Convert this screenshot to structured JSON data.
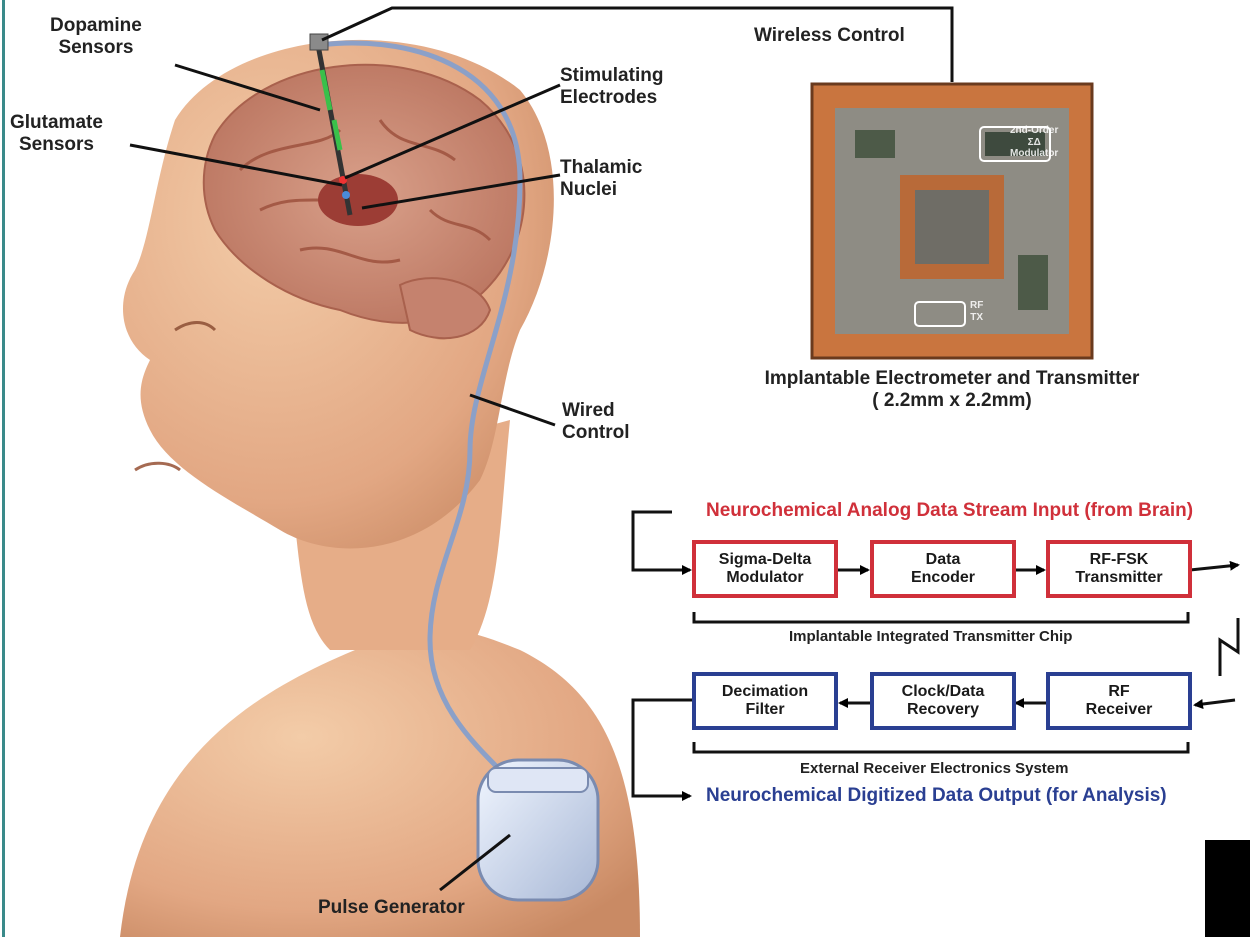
{
  "colors": {
    "accent_red": "#d0303a",
    "accent_blue": "#2a3f92",
    "text": "#222222",
    "skin": "#e9b48f",
    "brain": "#c98a74",
    "chip_pad": "#c9753f",
    "chip_bg": "#8e8c84"
  },
  "illustration": {
    "labels": {
      "dopamine": [
        "Dopamine",
        "Sensors"
      ],
      "stimulating": [
        "Stimulating",
        "Electrodes"
      ],
      "glutamate": [
        "Glutamate",
        "Sensors"
      ],
      "thalamic": [
        "Thalamic",
        "Nuclei"
      ],
      "wired": [
        "Wired",
        "Control"
      ],
      "pulse_generator": "Pulse Generator",
      "wireless": "Wireless Control"
    }
  },
  "chip": {
    "caption_line1": "Implantable Electrometer and Transmitter",
    "caption_line2": "( 2.2mm x 2.2mm)",
    "modulator_label": [
      "2nd-Order",
      "ΣΔ",
      "Modulator"
    ],
    "rf_label": [
      "RF",
      "TX"
    ]
  },
  "block_diagram": {
    "input_label": "Neurochemical Analog Data Stream Input (from Brain)",
    "output_label": "Neurochemical Digitized Data Output (for Analysis)",
    "transmitter_group": "Implantable Integrated Transmitter Chip",
    "receiver_group": "External Receiver Electronics System",
    "tx_blocks": [
      [
        "Sigma-Delta",
        "Modulator"
      ],
      [
        "Data",
        "Encoder"
      ],
      [
        "RF-FSK",
        "Transmitter"
      ]
    ],
    "rx_blocks": [
      [
        "Decimation",
        "Filter"
      ],
      [
        "Clock/Data",
        "Recovery"
      ],
      [
        "RF",
        "Receiver"
      ]
    ]
  }
}
